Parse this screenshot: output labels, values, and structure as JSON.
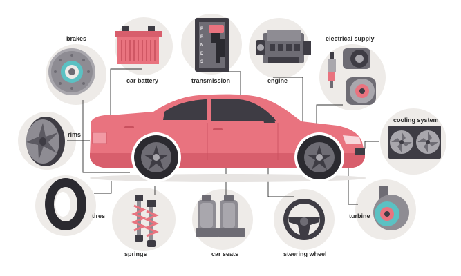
{
  "parts": {
    "brakes": "brakes",
    "car_battery": "car battery",
    "transmission": "transmission",
    "engine": "engine",
    "electrical_supply": "electrical supply",
    "rims": "rims",
    "cooling_system": "cooling system",
    "tires": "tires",
    "springs": "springs",
    "car_seats": "car seats",
    "steering_wheel": "steering wheel",
    "turbine": "turbine"
  },
  "gear_letters": [
    "P",
    "R",
    "N",
    "D",
    "S"
  ],
  "colors": {
    "car_body": "#e9737f",
    "car_shade": "#d85e6c",
    "circle_bg": "#eeebe8",
    "dark": "#3e3c44",
    "mid": "#6e6c74",
    "light": "#a9a7ad",
    "accent_teal": "#5bc1c3",
    "accent_pink": "#f07b8b",
    "line": "#2f2f2f"
  }
}
